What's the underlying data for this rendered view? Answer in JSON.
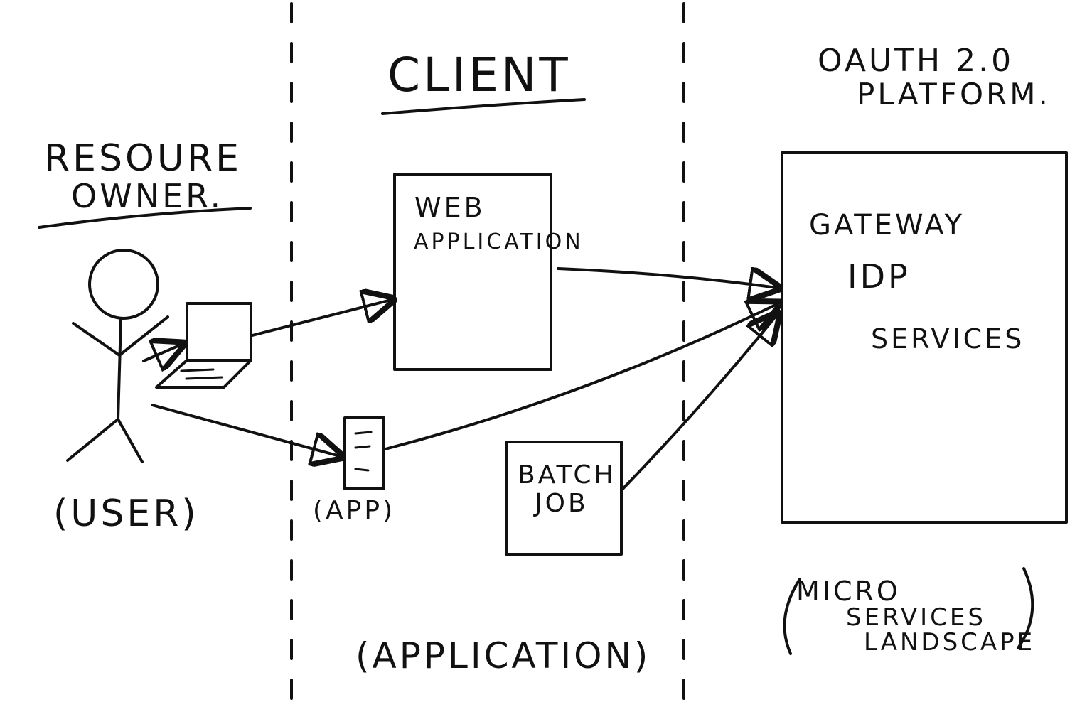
{
  "columns": {
    "resource_owner": {
      "title_line1": "RESOURE",
      "title_line2": "OWNER.",
      "subtitle": "(USER)"
    },
    "client": {
      "title": "CLIENT",
      "subtitle": "(APPLICATION)"
    },
    "platform": {
      "title_line1": "OAUTH 2.0",
      "title_line2": "PLATFORM.",
      "subtitle_line1": "MICRO",
      "subtitle_line2": "SERVICES",
      "subtitle_line3": "LANDSCAPE"
    }
  },
  "nodes": {
    "web_app": {
      "line1": "WEB",
      "line2": "APPLICATION"
    },
    "mobile_app": {
      "label": "(APP)"
    },
    "batch_job": {
      "line1": "BATCH",
      "line2": "JOB"
    },
    "platform_box": {
      "gateway": "GATEWAY",
      "idp": "IDP",
      "services": "SERVICES"
    }
  },
  "colors": {
    "ink": "#111111",
    "paper": "#ffffff"
  }
}
